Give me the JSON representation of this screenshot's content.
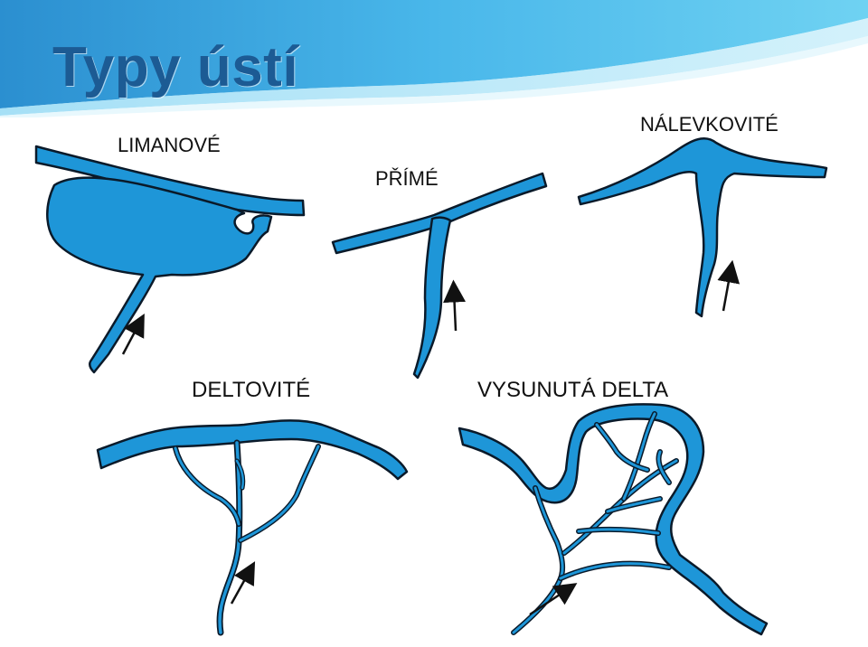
{
  "title": "Typy ústí",
  "labels": {
    "limanove": "LIMANOVÉ",
    "prime": "PŘÍMÉ",
    "nalevkovite": "NÁLEVKOVITÉ",
    "deltovite": "DELTOVITÉ",
    "vysunuta_delta": "VYSUNUTÁ  DELTA"
  },
  "colors": {
    "water": "#1e96d8",
    "outline": "#0a1a2a",
    "title": "#1c5b94",
    "banner": "#5ec6ec"
  }
}
